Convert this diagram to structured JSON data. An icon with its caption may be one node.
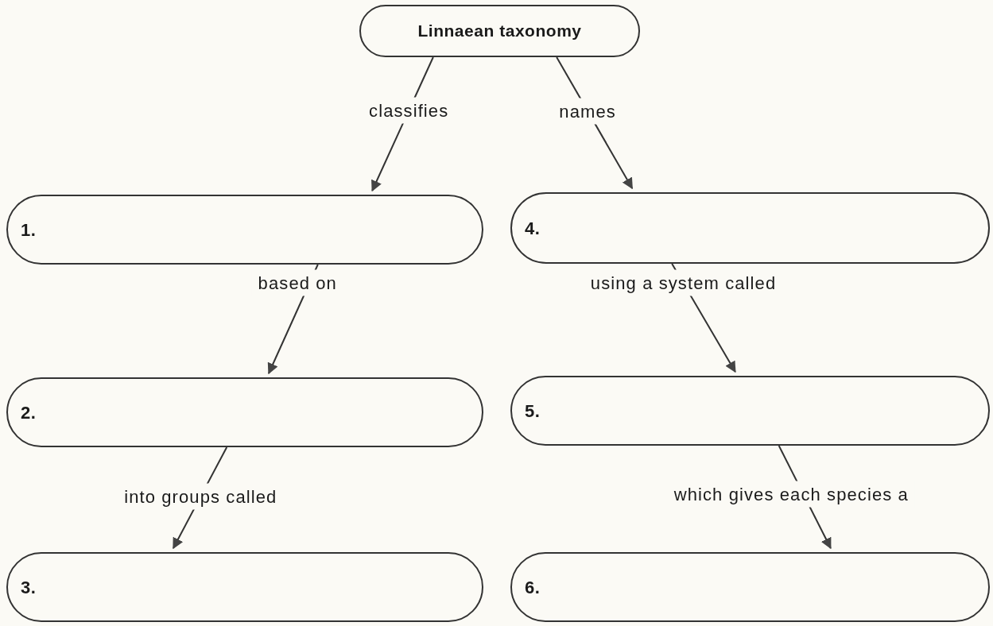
{
  "diagram": {
    "nodes": [
      {
        "text": [
          "Linnaean taxonomy"
        ]
      },
      {
        "text": [
          "1."
        ]
      },
      {
        "text": [
          "2."
        ]
      },
      {
        "text": [
          "3."
        ]
      },
      {
        "text": [
          "4."
        ]
      },
      {
        "text": [
          "5."
        ]
      },
      {
        "text": [
          "6."
        ]
      }
    ],
    "edges": [
      {
        "from": 0,
        "to": 1,
        "arrow": "to",
        "label": "classifies"
      },
      {
        "from": 0,
        "to": 4,
        "arrow": "to",
        "label": "names"
      },
      {
        "from": 1,
        "to": 2,
        "arrow": "to",
        "label": "based on"
      },
      {
        "from": 2,
        "to": 3,
        "arrow": "to",
        "label": "into groups called"
      },
      {
        "from": 4,
        "to": 5,
        "arrow": "to",
        "label": "using a system called"
      },
      {
        "from": 5,
        "to": 6,
        "arrow": "to",
        "label": "which gives each species a"
      }
    ]
  }
}
